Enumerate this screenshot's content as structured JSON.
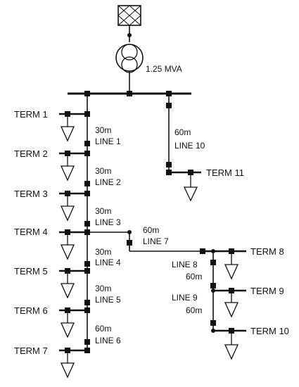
{
  "transformer": {
    "rating_label": "1.25 MVA"
  },
  "terminals": [
    "TERM 1",
    "TERM 2",
    "TERM 3",
    "TERM 4",
    "TERM 5",
    "TERM 6",
    "TERM 7",
    "TERM 8",
    "TERM 9",
    "TERM 10",
    "TERM 11"
  ],
  "lines": [
    {
      "name": "LINE 1",
      "length": "30m"
    },
    {
      "name": "LINE 2",
      "length": "30m"
    },
    {
      "name": "LINE 3",
      "length": "30m"
    },
    {
      "name": "LINE 4",
      "length": "30m"
    },
    {
      "name": "LINE 5",
      "length": "30m"
    },
    {
      "name": "LINE 6",
      "length": "60m"
    },
    {
      "name": "LINE 7",
      "length": "60m"
    },
    {
      "name": "LINE 8",
      "length": "60m"
    },
    {
      "name": "LINE 9",
      "length": "60m"
    },
    {
      "name": "LINE 10",
      "length": "60m"
    }
  ],
  "colors": {
    "stroke": "#111111",
    "background": "#ffffff"
  }
}
